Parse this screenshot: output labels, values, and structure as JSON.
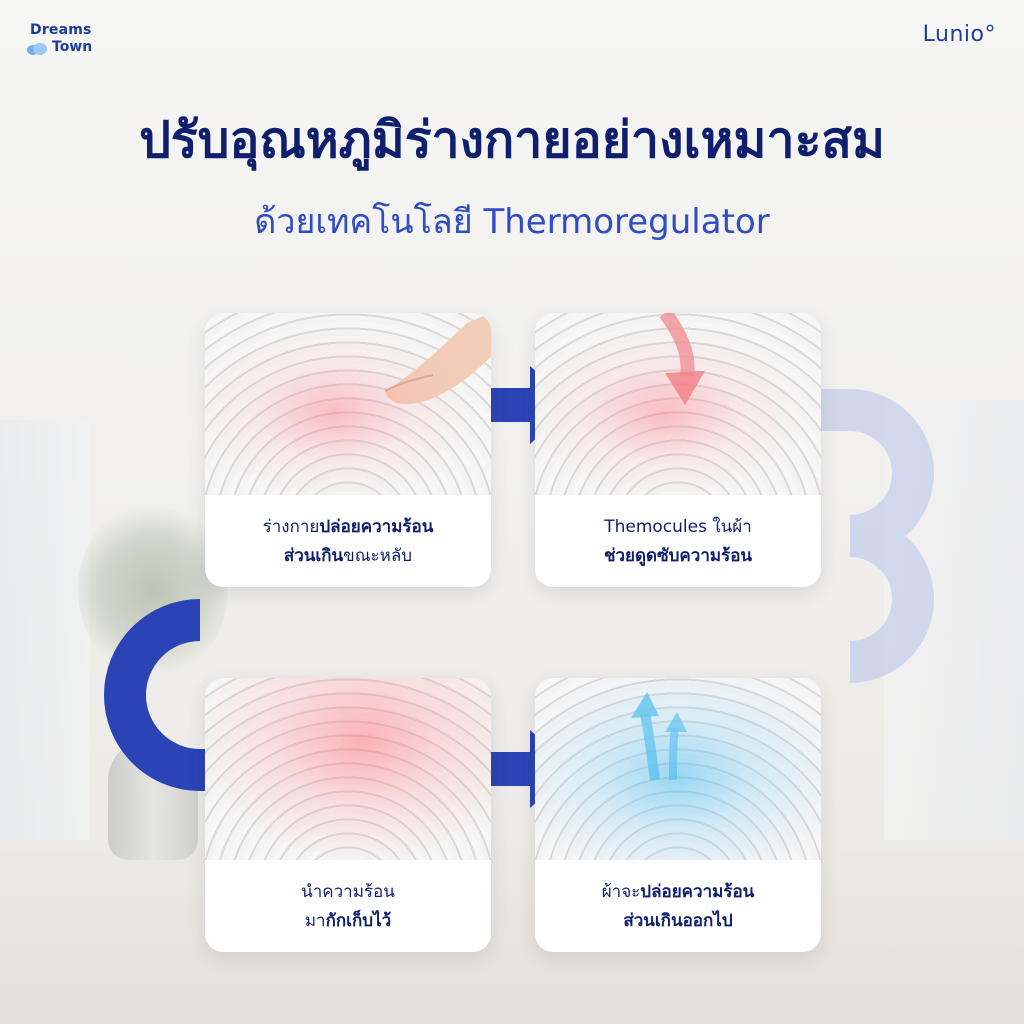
{
  "brand": {
    "left_line1": "Dreams",
    "left_line2": "Town",
    "right": "Lunio°"
  },
  "title": "ปรับอุณหภูมิร่างกายอย่างเหมาะสม",
  "subtitle": "ด้วยเทคโนโลยี Thermoregulator",
  "colors": {
    "title": "#0f1f6e",
    "subtitle": "#2f4cc4",
    "arrow": "#2a43b5"
  },
  "steps": [
    {
      "line1_plain": "ร่างกาย",
      "line1_bold": "ปล่อยความร้อน",
      "line2_bold": "ส่วนเกิน",
      "line2_plain": "ขณะหลับ"
    },
    {
      "line1_plain": "Themocules ในผ้า",
      "line1_bold": "",
      "line2_bold": "ช่วยดูดซับความร้อน",
      "line2_plain": ""
    },
    {
      "line1_plain": "นำความร้อน",
      "line1_bold": "",
      "line2_plain": "มา",
      "line2_bold": "กักเก็บไว้"
    },
    {
      "line1_plain": "ผ้าจะ",
      "line1_bold": "ปล่อยความร้อน",
      "line2_bold": "ส่วนเกินออกไป",
      "line2_plain": ""
    }
  ]
}
